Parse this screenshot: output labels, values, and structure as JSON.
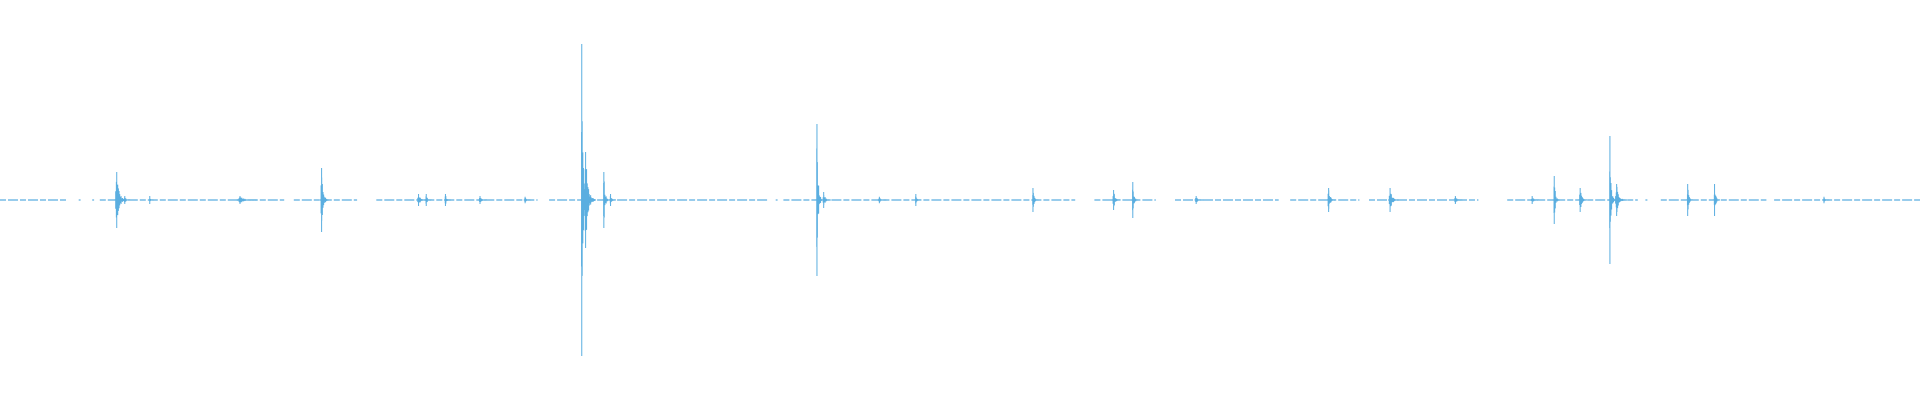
{
  "waveform": {
    "color": "#5aaee0",
    "background": "#ffffff",
    "duration_fraction_note": "",
    "events": [
      {
        "t": 0.0608,
        "amp": 0.07,
        "width": 0.006
      },
      {
        "t": 0.065,
        "amp": 0.01,
        "width": 0.003
      },
      {
        "t": 0.078,
        "amp": 0.01,
        "width": 0.002
      },
      {
        "t": 0.125,
        "amp": 0.01,
        "width": 0.01
      },
      {
        "t": 0.1675,
        "amp": 0.08,
        "width": 0.004
      },
      {
        "t": 0.218,
        "amp": 0.015,
        "width": 0.005
      },
      {
        "t": 0.222,
        "amp": 0.015,
        "width": 0.003
      },
      {
        "t": 0.232,
        "amp": 0.015,
        "width": 0.003
      },
      {
        "t": 0.25,
        "amp": 0.01,
        "width": 0.004
      },
      {
        "t": 0.2735,
        "amp": 0.008,
        "width": 0.003
      },
      {
        "t": 0.303,
        "amp": 0.39,
        "width": 0.003
      },
      {
        "t": 0.305,
        "amp": 0.12,
        "width": 0.006
      },
      {
        "t": 0.3145,
        "amp": 0.07,
        "width": 0.003
      },
      {
        "t": 0.318,
        "amp": 0.015,
        "width": 0.003
      },
      {
        "t": 0.4255,
        "amp": 0.19,
        "width": 0.003
      },
      {
        "t": 0.429,
        "amp": 0.02,
        "width": 0.004
      },
      {
        "t": 0.458,
        "amp": 0.008,
        "width": 0.004
      },
      {
        "t": 0.477,
        "amp": 0.015,
        "width": 0.003
      },
      {
        "t": 0.538,
        "amp": 0.03,
        "width": 0.003
      },
      {
        "t": 0.58,
        "amp": 0.025,
        "width": 0.004
      },
      {
        "t": 0.59,
        "amp": 0.045,
        "width": 0.003
      },
      {
        "t": 0.623,
        "amp": 0.01,
        "width": 0.004
      },
      {
        "t": 0.692,
        "amp": 0.03,
        "width": 0.004
      },
      {
        "t": 0.724,
        "amp": 0.03,
        "width": 0.005
      },
      {
        "t": 0.758,
        "amp": 0.01,
        "width": 0.004
      },
      {
        "t": 0.798,
        "amp": 0.01,
        "width": 0.004
      },
      {
        "t": 0.8095,
        "amp": 0.06,
        "width": 0.003
      },
      {
        "t": 0.823,
        "amp": 0.03,
        "width": 0.004
      },
      {
        "t": 0.8385,
        "amp": 0.16,
        "width": 0.003
      },
      {
        "t": 0.842,
        "amp": 0.04,
        "width": 0.006
      },
      {
        "t": 0.879,
        "amp": 0.04,
        "width": 0.003
      },
      {
        "t": 0.893,
        "amp": 0.04,
        "width": 0.003
      },
      {
        "t": 0.95,
        "amp": 0.008,
        "width": 0.003
      }
    ],
    "baseline_segments": [
      {
        "start": 0.0,
        "end": 0.035
      },
      {
        "start": 0.041,
        "end": 0.042
      },
      {
        "start": 0.048,
        "end": 0.049
      },
      {
        "start": 0.052,
        "end": 0.148
      },
      {
        "start": 0.153,
        "end": 0.186
      },
      {
        "start": 0.196,
        "end": 0.28
      },
      {
        "start": 0.286,
        "end": 0.4
      },
      {
        "start": 0.404,
        "end": 0.405
      },
      {
        "start": 0.408,
        "end": 0.56
      },
      {
        "start": 0.57,
        "end": 0.602
      },
      {
        "start": 0.612,
        "end": 0.666
      },
      {
        "start": 0.672,
        "end": 0.708
      },
      {
        "start": 0.713,
        "end": 0.77
      },
      {
        "start": 0.785,
        "end": 0.853
      },
      {
        "start": 0.857,
        "end": 0.858
      },
      {
        "start": 0.865,
        "end": 0.92
      },
      {
        "start": 0.924,
        "end": 1.0
      }
    ]
  }
}
